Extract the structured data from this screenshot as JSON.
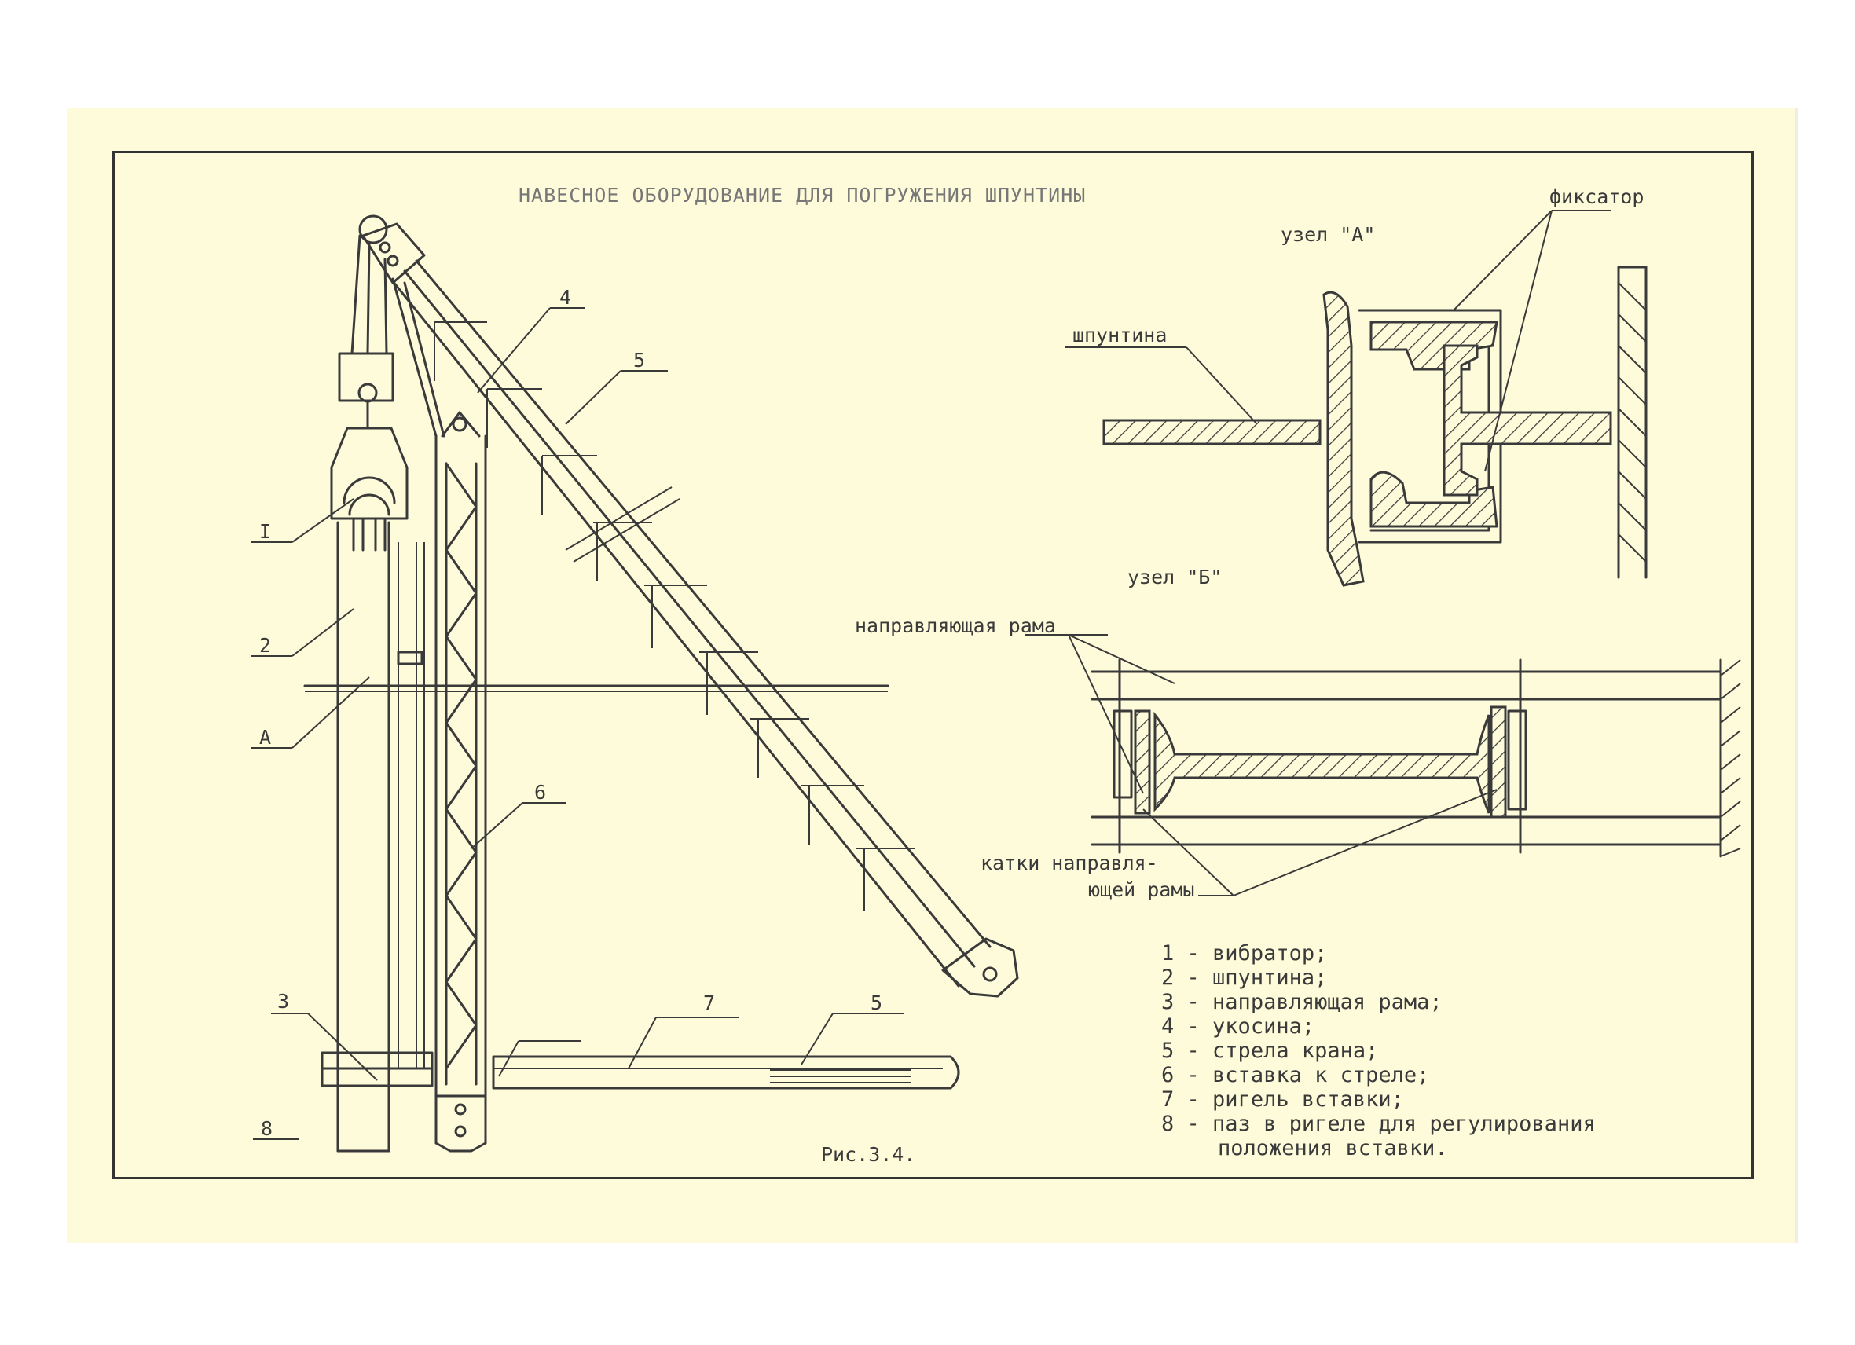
{
  "figure": {
    "title": "НАВЕСНОЕ ОБОРУДОВАНИЕ ДЛЯ ПОГРУЖЕНИЯ ШПУНТИНЫ",
    "caption": "Рис.3.4."
  },
  "callouts": {
    "c1": "I",
    "c2": "2",
    "cA": "A",
    "c3": "3",
    "c8": "8",
    "c4": "4",
    "c5top": "5",
    "c6": "6",
    "c7": "7",
    "c5bot": "5"
  },
  "nodeA": {
    "title": "узел \"А\"",
    "label_sheet_pile": "шпунтина",
    "label_fixator": "фиксатор"
  },
  "nodeB": {
    "title": "узел \"Б\"",
    "label_guide_frame": "направляющая рама",
    "label_rollers_1": "катки направля-",
    "label_rollers_2": "ющей рамы"
  },
  "legend": [
    {
      "num": "1",
      "text": "вибратор;"
    },
    {
      "num": "2",
      "text": "шпунтина;"
    },
    {
      "num": "3",
      "text": "направляющая рама;"
    },
    {
      "num": "4",
      "text": "укосина;"
    },
    {
      "num": "5",
      "text": "стрела крана;"
    },
    {
      "num": "6",
      "text": "вставка к стреле;"
    },
    {
      "num": "7",
      "text": "ригель вставки;"
    },
    {
      "num": "8",
      "text": "паз в ригеле для регулирования"
    },
    {
      "num": "",
      "text": "положения вставки."
    }
  ]
}
